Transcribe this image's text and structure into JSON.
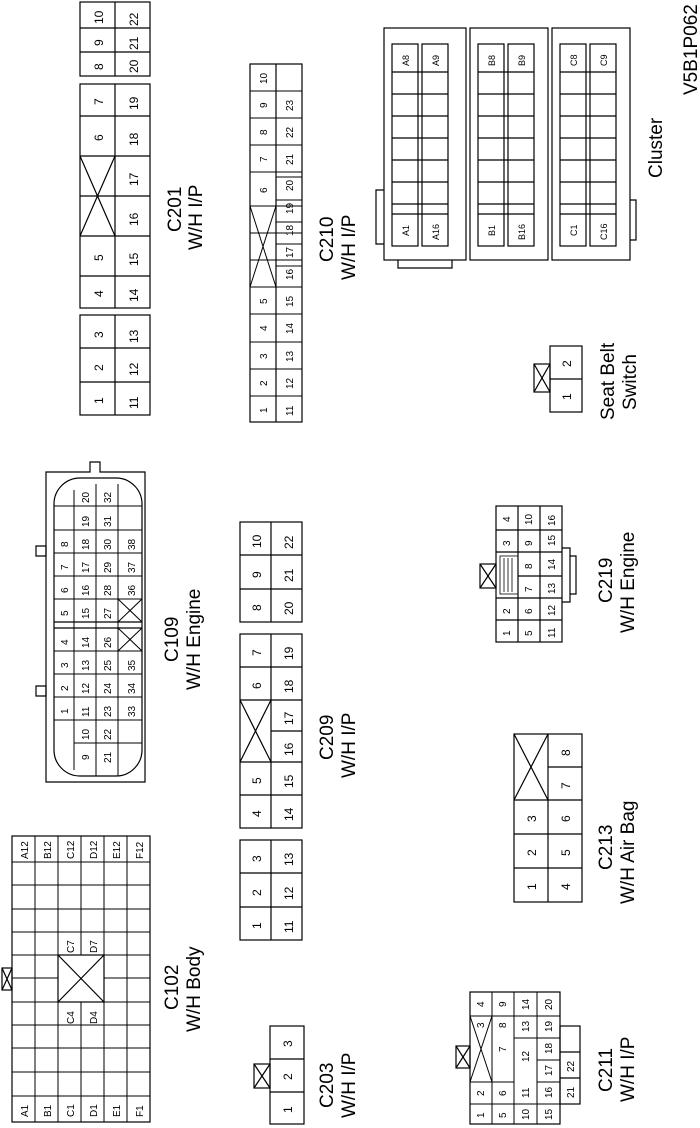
{
  "figure_id": "V5B1P062",
  "connectors": {
    "c201": {
      "id": "C201",
      "harness": "W/H I/P",
      "row_top": [
        "1",
        "2",
        "3",
        "4",
        "5",
        "6",
        "7",
        "8",
        "9",
        "10"
      ],
      "row_bottom": [
        "11",
        "12",
        "13",
        "14",
        "15",
        "16",
        "17",
        "18",
        "19",
        "20",
        "21",
        "22"
      ]
    },
    "c210": {
      "id": "C210",
      "harness": "W/H I/P",
      "row_top": [
        "1",
        "2",
        "3",
        "4",
        "5",
        "6",
        "7",
        "8",
        "9",
        "10"
      ],
      "row_bottom": [
        "11",
        "12",
        "13",
        "14",
        "15",
        "16",
        "17",
        "18",
        "19",
        "20",
        "21",
        "22",
        "23"
      ]
    },
    "cluster": {
      "id": "Cluster",
      "pins": [
        "A1",
        "A8",
        "A9",
        "A16",
        "B1",
        "B8",
        "B9",
        "B16",
        "C1",
        "C8",
        "C9",
        "C16"
      ]
    },
    "seatbelt": {
      "id": "Seat Belt",
      "id2": "Switch",
      "pins": [
        "1",
        "2"
      ]
    },
    "c109": {
      "id": "C109",
      "harness": "W/H Engine",
      "pins_r1": [
        "1",
        "2",
        "3",
        "4",
        "5",
        "6",
        "7",
        "8"
      ],
      "pins_r2": [
        "9",
        "10",
        "11",
        "12",
        "13",
        "14",
        "15",
        "16",
        "17",
        "18",
        "19",
        "20"
      ],
      "pins_r3": [
        "21",
        "22",
        "23",
        "24",
        "25",
        "26",
        "27",
        "28",
        "29",
        "30",
        "31",
        "32"
      ],
      "pins_r4": [
        "33",
        "34",
        "35",
        "36",
        "37",
        "38"
      ]
    },
    "c209": {
      "id": "C209",
      "harness": "W/H I/P",
      "row_top": [
        "1",
        "2",
        "3",
        "4",
        "5",
        "6",
        "7",
        "8",
        "9",
        "10"
      ],
      "row_bottom": [
        "11",
        "12",
        "13",
        "14",
        "15",
        "16",
        "17",
        "18",
        "19",
        "20",
        "21",
        "22"
      ]
    },
    "c219": {
      "id": "C219",
      "harness": "W/H Engine",
      "pins": [
        "1",
        "2",
        "3",
        "4",
        "5",
        "6",
        "7",
        "8",
        "9",
        "10",
        "11",
        "12",
        "13",
        "14",
        "15",
        "16"
      ]
    },
    "c102": {
      "id": "C102",
      "harness": "W/H Body",
      "pins": [
        "A1",
        "A12",
        "B1",
        "B12",
        "C1",
        "C4",
        "C7",
        "C12",
        "D1",
        "D4",
        "D7",
        "D12",
        "E1",
        "E12",
        "F1",
        "F12"
      ]
    },
    "c213": {
      "id": "C213",
      "harness": "W/H Air Bag",
      "pins": [
        "1",
        "2",
        "3",
        "4",
        "5",
        "6",
        "7",
        "8"
      ]
    },
    "c203": {
      "id": "C203",
      "harness": "W/H I/P",
      "pins": [
        "1",
        "2",
        "3"
      ]
    },
    "c211": {
      "id": "C211",
      "harness": "W/H I/P",
      "pins": [
        "1",
        "2",
        "3",
        "4",
        "5",
        "6",
        "7",
        "8",
        "9",
        "10",
        "11",
        "12",
        "13",
        "14",
        "15",
        "16",
        "17",
        "18",
        "19",
        "20",
        "21",
        "22"
      ]
    }
  }
}
